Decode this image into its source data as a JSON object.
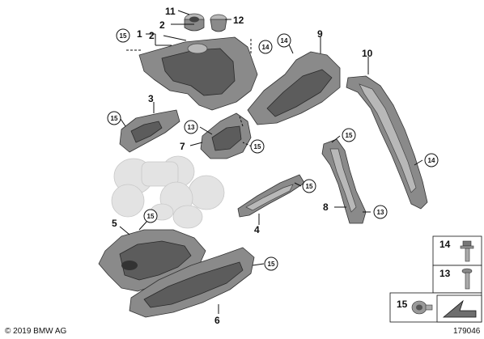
{
  "callouts": {
    "p1": "1",
    "p2a": "2",
    "p2b": "2",
    "p3": "3",
    "p4": "4",
    "p5": "5",
    "p6": "6",
    "p7": "7",
    "p8": "8",
    "p9": "9",
    "p10": "10",
    "p11": "11",
    "p12": "12"
  },
  "circled": {
    "c15_top": "15",
    "c14_top": "14",
    "c14_heat": "14",
    "c15_p3": "15",
    "c13_p7": "13",
    "c15_p7": "15",
    "c15_p8": "15",
    "c14_p10": "14",
    "c15_p4": "15",
    "c13_p8": "13",
    "c15_p5": "15",
    "c15_p6": "15"
  },
  "legend": {
    "row14": "14",
    "row13": "13",
    "row15": "15"
  },
  "footer": {
    "copyright": "© 2019 BMW AG",
    "diagram_id": "179046"
  },
  "colors": {
    "part_fill": "#8a8a8a",
    "ghost_fill": "#e3e3e3",
    "line": "#111111"
  }
}
